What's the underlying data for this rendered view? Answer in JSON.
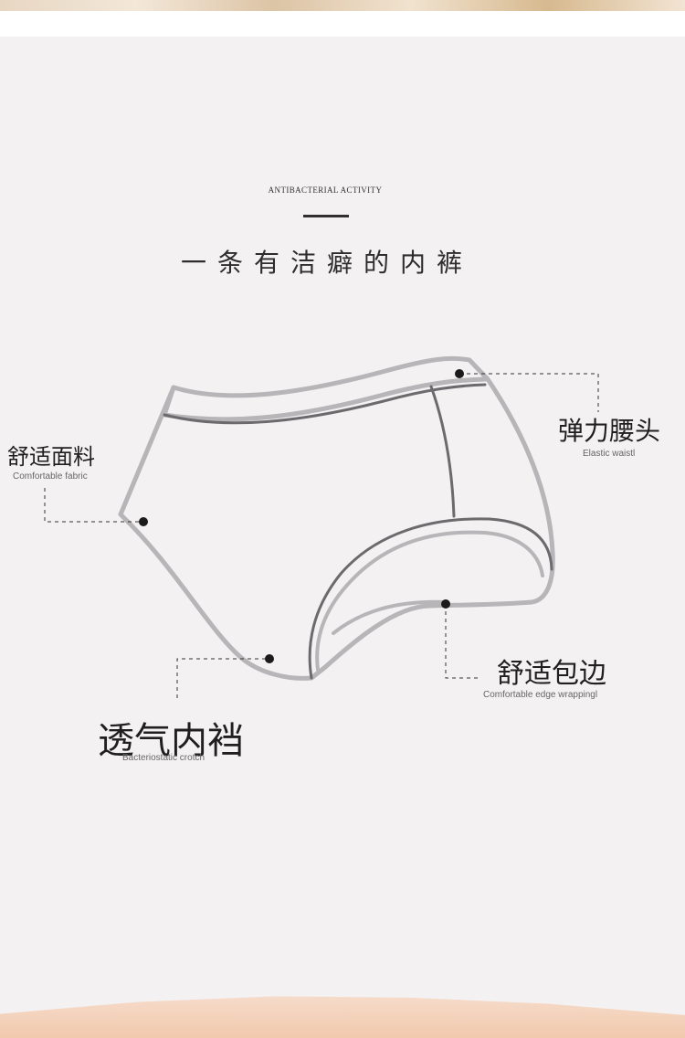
{
  "header": {
    "kicker": "ANTIBACTERIAL ACTIVITY",
    "title": "一条有洁癖的内裤"
  },
  "callouts": {
    "waistband": {
      "cn": "弹力腰头",
      "en": "Elastic waistl"
    },
    "fabric": {
      "cn": "舒适面料",
      "en": "Comfortable fabric"
    },
    "edge": {
      "cn": "舒适包边",
      "en": "Comfortable edge wrappingl"
    },
    "crotch": {
      "cn": "透气内裆",
      "en": "Bacteriostatic crotch"
    }
  },
  "colors": {
    "background": "#f4f1f2",
    "outline": "#b7b5b8",
    "waistband_stripe": "#6d6a6e",
    "crotch_fill": "#bfe2ee",
    "marker": "#1b1b1b",
    "bottom_band": "#f1c9ad"
  }
}
